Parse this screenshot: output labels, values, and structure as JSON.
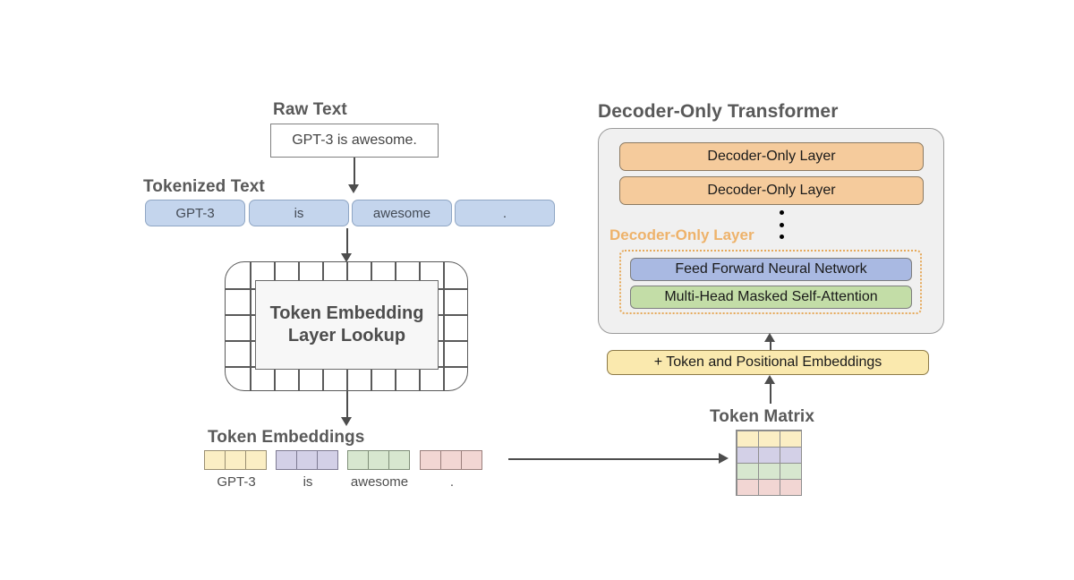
{
  "colors": {
    "token_chip_fill": "#c4d5ed",
    "token_chip_border": "#8fa6c4",
    "decoder_layer_fill": "#f5cb9c",
    "ffn_fill": "#a9b9e2",
    "mha_fill": "#c3dda7",
    "positional_fill": "#fae9ae",
    "dotted_frame": "#e6a95a",
    "orange_label_text": "#eeb26a",
    "heading_text": "#595959",
    "container_fill": "#f0f0f0",
    "emb_yellow": "#fbeec4",
    "emb_purple": "#d3d0e7",
    "emb_green": "#d7e7cf",
    "emb_pink": "#f2d6d3"
  },
  "raw_text": {
    "heading": "Raw Text",
    "value": "GPT-3 is awesome."
  },
  "tokenized_text": {
    "heading": "Tokenized Text",
    "tokens": [
      "GPT-3",
      "is",
      "awesome",
      "."
    ]
  },
  "lookup": {
    "line1": "Token Embedding",
    "line2": "Layer Lookup",
    "grid_columns": 10,
    "grid_rows": 5
  },
  "token_embeddings": {
    "heading": "Token Embeddings",
    "groups": [
      {
        "label": "GPT-3",
        "color": "#fbeec4",
        "border": "#9a8f72",
        "cells": 3
      },
      {
        "label": "is",
        "color": "#d3d0e7",
        "border": "#7d7a92",
        "cells": 3
      },
      {
        "label": "awesome",
        "color": "#d7e7cf",
        "border": "#7f8f78",
        "cells": 3
      },
      {
        "label": ".",
        "color": "#f2d6d3",
        "border": "#9a7f7c",
        "cells": 3
      }
    ]
  },
  "transformer": {
    "heading": "Decoder-Only Transformer",
    "layers": [
      "Decoder-Only Layer",
      "Decoder-Only Layer"
    ],
    "expanded_layer_label": "Decoder-Only Layer",
    "sublayers": [
      {
        "label": "Feed Forward Neural Network",
        "color": "#a9b9e2"
      },
      {
        "label": "Multi-Head Masked Self-Attention",
        "color": "#c3dda7"
      }
    ],
    "ellipsis_dots": 3
  },
  "positional": {
    "label": "+ Token and Positional Embeddings"
  },
  "token_matrix": {
    "heading": "Token Matrix",
    "rows": 4,
    "cols": 3,
    "row_colors": [
      "#fbeec4",
      "#d3d0e7",
      "#d7e7cf",
      "#f2d6d3"
    ]
  }
}
